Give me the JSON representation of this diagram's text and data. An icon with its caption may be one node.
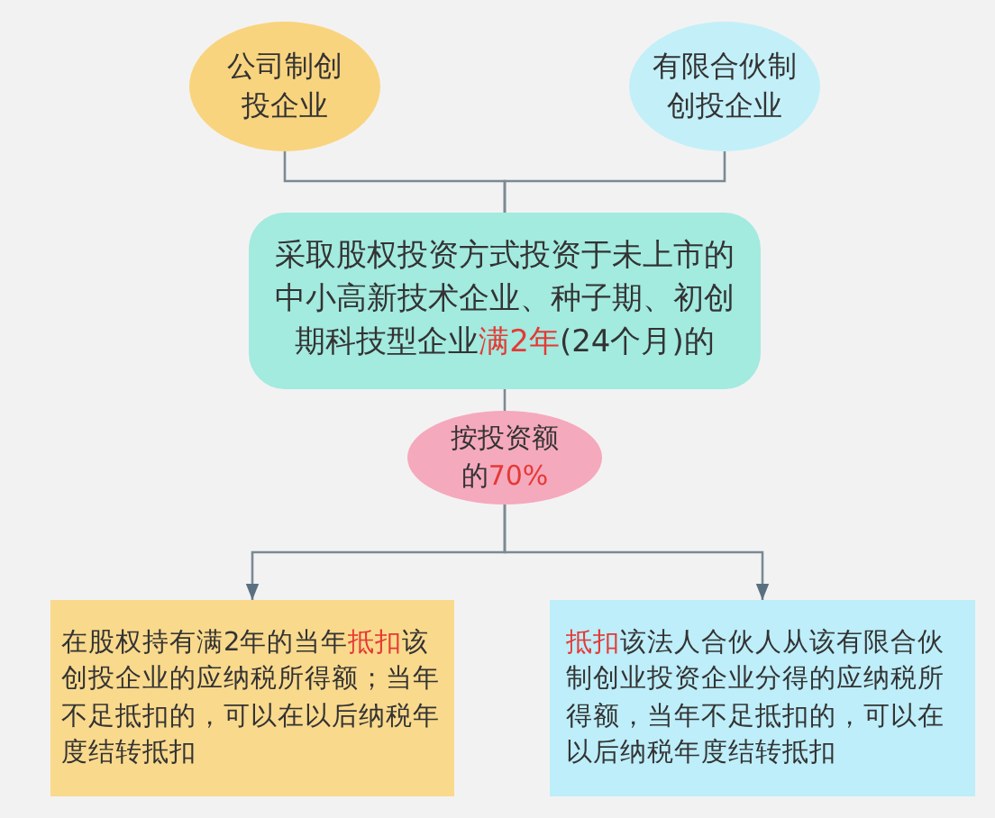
{
  "diagram": {
    "nodes": [
      {
        "text": [
          "公司制创投企业"
        ]
      },
      {
        "text": [
          "有限合伙制创投企业"
        ]
      },
      {
        "text": [
          "采取股权投资方式投资于未上市的中小高新技术企业、种子期、初创期科技型企业**满2年**(24个月)的"
        ]
      },
      {
        "text": [
          "按投资额的**70%**"
        ]
      },
      {
        "text": [
          "在股权持有满2年的当年**抵扣**该创投企业的应纳税所得额；当年不足抵扣的，可以在以后纳税年度结转抵扣"
        ]
      },
      {
        "text": [
          "**抵扣**该法人合伙人从该有限合伙制创业投资企业分得的应纳税所得额，当年不足抵扣的，可以在以后纳税年度结转抵扣"
        ]
      }
    ],
    "edges": [
      {
        "from": 0,
        "to": 2,
        "arrow": "none"
      },
      {
        "from": 1,
        "to": 2,
        "arrow": "none"
      },
      {
        "from": 2,
        "to": 3,
        "arrow": "none"
      },
      {
        "from": 3,
        "to": 4,
        "arrow": "to"
      },
      {
        "from": 3,
        "to": 5,
        "arrow": "to"
      }
    ]
  }
}
